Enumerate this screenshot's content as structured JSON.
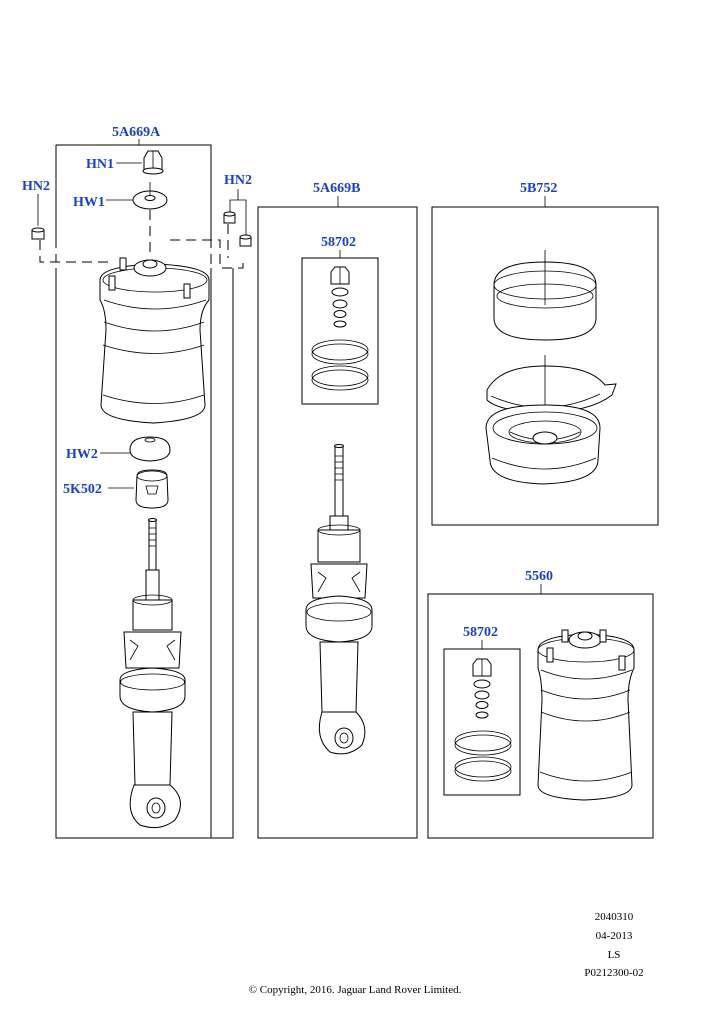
{
  "colors": {
    "callout": "#1a3fc8",
    "line": "#000000",
    "background": "#ffffff"
  },
  "callouts": {
    "left_assembly": "5A669A",
    "hn1": "HN1",
    "hw1": "HW1",
    "hn2_left": "HN2",
    "hn2_right": "HN2",
    "hw2": "HW2",
    "bump_stop": "5K502",
    "middle_assembly": "5A669B",
    "middle_kit": "58702",
    "top_right_assembly": "5B752",
    "bottom_right_assembly": "5560",
    "bottom_right_kit": "58702"
  },
  "meta": {
    "diagram_number": "2040310",
    "date": "04-2013",
    "code": "LS",
    "reference": "P0212300-02",
    "copyright": "© Copyright, 2016. Jaguar Land Rover Limited."
  }
}
